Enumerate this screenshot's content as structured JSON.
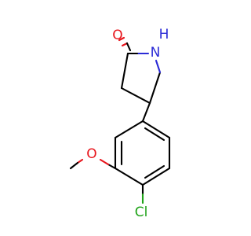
{
  "molecule": {
    "atoms": {
      "oxygen_carbonyl": {
        "symbol": "O",
        "color": "#e8141b"
      },
      "nitrogen": {
        "symbol": "N",
        "color": "#2b2bd6"
      },
      "nitrogen_h": {
        "symbol": "H",
        "color": "#2b2bd6"
      },
      "oxygen_methoxy": {
        "symbol": "O",
        "color": "#e8141b"
      },
      "chlorine": {
        "symbol": "Cl",
        "color": "#1fa318"
      }
    },
    "bond_color": "#000000"
  }
}
